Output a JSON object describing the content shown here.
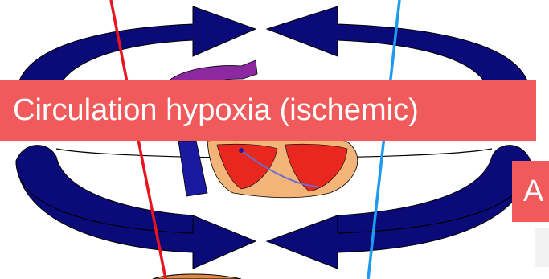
{
  "title": "Circulation hypoxia (ischemic)",
  "side_label": "A",
  "colors": {
    "arrow_fill": "#0a0a78",
    "banner": "#f05a5a",
    "red_line": "#e8141e",
    "blue_line": "#1e9bf0",
    "heart_red": "#e8281e",
    "vessel_blue": "#1a1aa0",
    "vessel_purple": "#8c28a0",
    "heart_tissue": "#f2b478"
  },
  "icons": [
    "circulation-arrows",
    "heart-illustration"
  ]
}
